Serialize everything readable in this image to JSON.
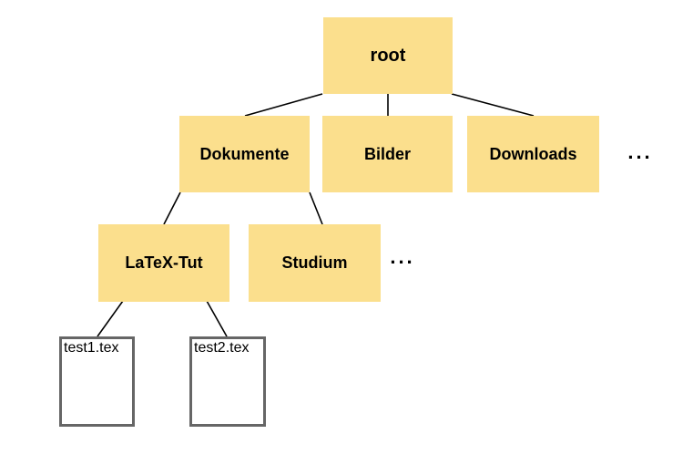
{
  "diagram": {
    "type": "tree",
    "description": "File system hierarchy tree",
    "colors": {
      "background": "#ffffff",
      "folder_fill": "#fbdf8d",
      "file_fill": "#ffffff",
      "file_border": "#666666",
      "edge": "#000000",
      "label": "#000000"
    },
    "nodes": {
      "root": {
        "label": "root",
        "type": "folder"
      },
      "dokumente": {
        "label": "Dokumente",
        "type": "folder"
      },
      "bilder": {
        "label": "Bilder",
        "type": "folder"
      },
      "downloads": {
        "label": "Downloads",
        "type": "folder"
      },
      "more_level1": {
        "label": "...",
        "type": "ellipsis"
      },
      "latex_tut": {
        "label": "LaTeX-Tut",
        "type": "folder"
      },
      "studium": {
        "label": "Studium",
        "type": "folder"
      },
      "more_level2": {
        "label": "...",
        "type": "ellipsis"
      },
      "test1": {
        "label": "test1.tex",
        "type": "file"
      },
      "test2": {
        "label": "test2.tex",
        "type": "file"
      }
    },
    "edges": [
      {
        "from": "root",
        "to": "dokumente"
      },
      {
        "from": "root",
        "to": "bilder"
      },
      {
        "from": "root",
        "to": "downloads"
      },
      {
        "from": "dokumente",
        "to": "latex_tut"
      },
      {
        "from": "dokumente",
        "to": "studium"
      },
      {
        "from": "latex_tut",
        "to": "test1"
      },
      {
        "from": "latex_tut",
        "to": "test2"
      }
    ]
  }
}
